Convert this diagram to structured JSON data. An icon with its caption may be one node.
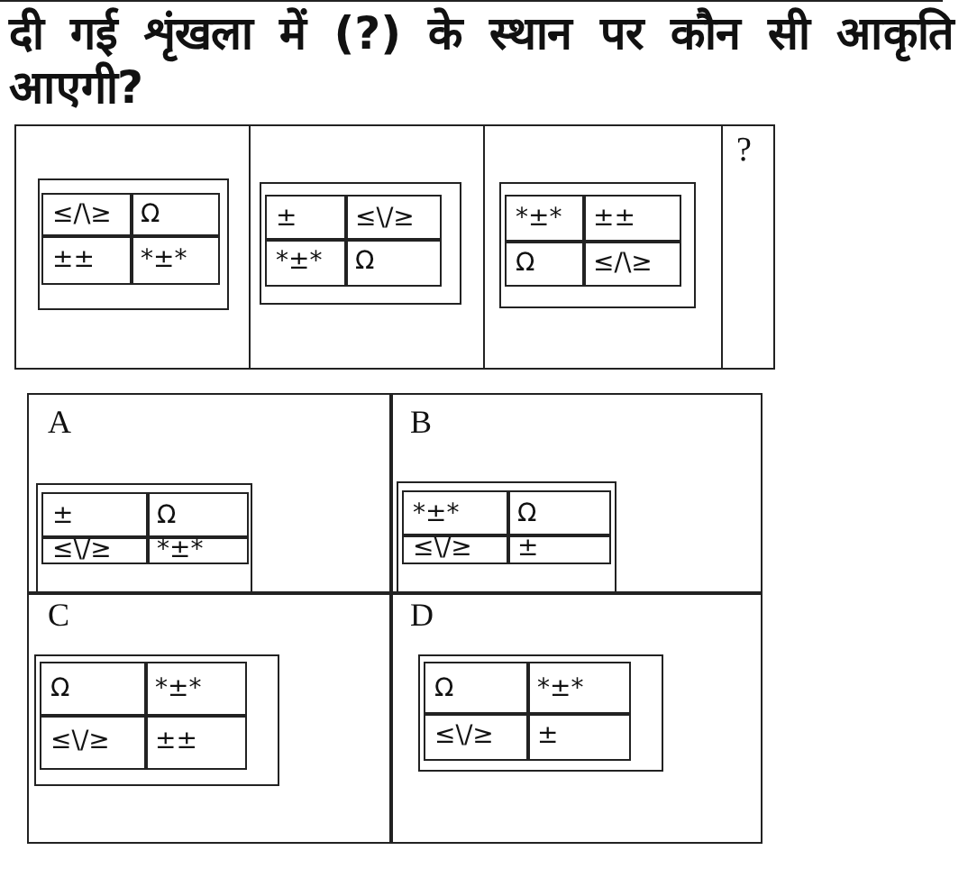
{
  "diagram": {
    "title": "दी गई शृंखला में (?) के स्थान पर कौन सी आकृति आएगी?",
    "nodes": [
      {
        "text": [],
        "shape": "box"
      },
      {
        "text": [],
        "shape": "box",
        "in": 0
      },
      {
        "text": [
          "≤/\\≥"
        ],
        "in": 1
      },
      {
        "text": [
          "Ω"
        ],
        "in": 1
      },
      {
        "text": [
          "±±"
        ],
        "in": 1
      },
      {
        "text": [
          "*±*"
        ],
        "in": 1
      },
      {
        "text": [],
        "shape": "box"
      },
      {
        "text": [],
        "shape": "box",
        "in": 6
      },
      {
        "text": [
          "±"
        ],
        "in": 7
      },
      {
        "text": [
          "≤\\/≥"
        ],
        "in": 7
      },
      {
        "text": [
          "*±*"
        ],
        "in": 7
      },
      {
        "text": [
          "Ω"
        ],
        "in": 7
      },
      {
        "text": [],
        "shape": "box"
      },
      {
        "text": [],
        "shape": "box",
        "in": 12
      },
      {
        "text": [
          "*±*"
        ],
        "in": 13
      },
      {
        "text": [
          "±±"
        ],
        "in": 13
      },
      {
        "text": [
          "Ω"
        ],
        "in": 13
      },
      {
        "text": [
          "≤/\\≥"
        ],
        "in": 13
      },
      {
        "text": [
          "?"
        ]
      },
      {
        "text": [
          "A"
        ]
      },
      {
        "text": [],
        "shape": "box",
        "in": 19
      },
      {
        "text": [
          "±"
        ],
        "in": 20
      },
      {
        "text": [
          "Ω"
        ],
        "in": 20
      },
      {
        "text": [
          "≤\\/≥"
        ],
        "in": 20
      },
      {
        "text": [
          "*±*"
        ],
        "in": 20
      },
      {
        "text": [
          "B"
        ]
      },
      {
        "text": [],
        "shape": "box",
        "in": 25
      },
      {
        "text": [
          "*±*"
        ],
        "in": 26
      },
      {
        "text": [
          "Ω"
        ],
        "in": 26
      },
      {
        "text": [
          "≤\\/≥"
        ],
        "in": 26
      },
      {
        "text": [
          "±"
        ],
        "in": 26
      },
      {
        "text": [
          "C"
        ]
      },
      {
        "text": [],
        "shape": "box",
        "in": 31
      },
      {
        "text": [
          "Ω"
        ],
        "in": 32
      },
      {
        "text": [
          "*±*"
        ],
        "in": 32
      },
      {
        "text": [
          "≤\\/≥"
        ],
        "in": 32
      },
      {
        "text": [
          "±±"
        ],
        "in": 32
      },
      {
        "text": [
          "D"
        ]
      },
      {
        "text": [],
        "shape": "box",
        "in": 37
      },
      {
        "text": [
          "Ω"
        ],
        "in": 38
      },
      {
        "text": [
          "*±*"
        ],
        "in": 38
      },
      {
        "text": [
          "≤\\/≥"
        ],
        "in": 38
      },
      {
        "text": [
          "±"
        ],
        "in": 38
      }
    ]
  }
}
